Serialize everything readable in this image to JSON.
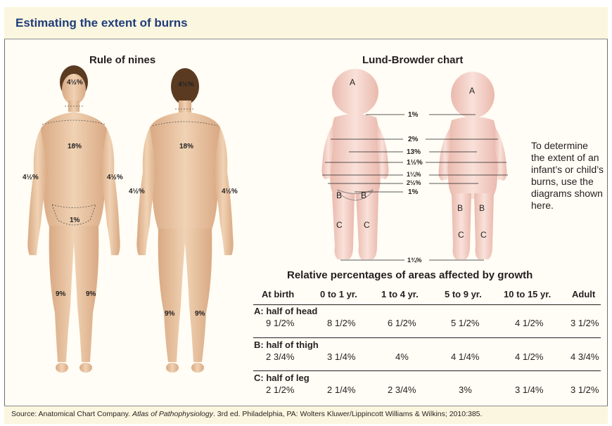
{
  "title": "Estimating the extent of burns",
  "rule_of_nines": {
    "heading": "Rule of nines",
    "front": {
      "head": "4½%",
      "torso": "18%",
      "arm_right": "4½%",
      "arm_left": "4½%",
      "groin": "1%",
      "leg_right": "9%",
      "leg_left": "9%"
    },
    "back": {
      "head": "4½%",
      "torso": "18%",
      "arm_right": "4½%",
      "arm_left": "4½%",
      "leg_right": "9%",
      "leg_left": "9%"
    }
  },
  "lund_browder": {
    "heading": "Lund-Browder chart",
    "zones": {
      "head": "A",
      "thigh": "B",
      "leg": "C"
    },
    "callouts": [
      "1%",
      "2%",
      "13%",
      "1½%",
      "1¼%",
      "2½%",
      "1%",
      "1¾%"
    ],
    "note": "To determine the extent of an infant’s or child’s burns, use the diagrams shown here."
  },
  "table": {
    "title": "Relative percentages of areas affected by growth",
    "headers": [
      "At birth",
      "0 to 1 yr.",
      "1 to 4 yr.",
      "5 to 9 yr.",
      "10 to 15 yr.",
      "Adult"
    ],
    "rows": [
      {
        "label": "A: half of head",
        "values": [
          "9 1/2%",
          "8 1/2%",
          "6 1/2%",
          "5 1/2%",
          "4 1/2%",
          "3 1/2%"
        ]
      },
      {
        "label": "B: half of thigh",
        "values": [
          "2 3/4%",
          "3 1/4%",
          "4%",
          "4 1/4%",
          "4 1/2%",
          "4 3/4%"
        ]
      },
      {
        "label": "C: half of leg",
        "values": [
          "2 1/2%",
          "2 1/4%",
          "2 3/4%",
          "3%",
          "3 1/4%",
          "3 1/2%"
        ]
      }
    ]
  },
  "source": {
    "prefix": "Source: Anatomical Chart Company. ",
    "book": "Atlas of Pathophysiology",
    "suffix": ". 3rd ed. Philadelphia, PA: Wolters Kluwer/Lippincott Williams & Wilkins; 2010:385."
  },
  "colors": {
    "title": "#1f3d7a",
    "skin_adult": "#e7c3a0",
    "skin_infant": "#f5d7cf",
    "background": "#fffdf5"
  }
}
